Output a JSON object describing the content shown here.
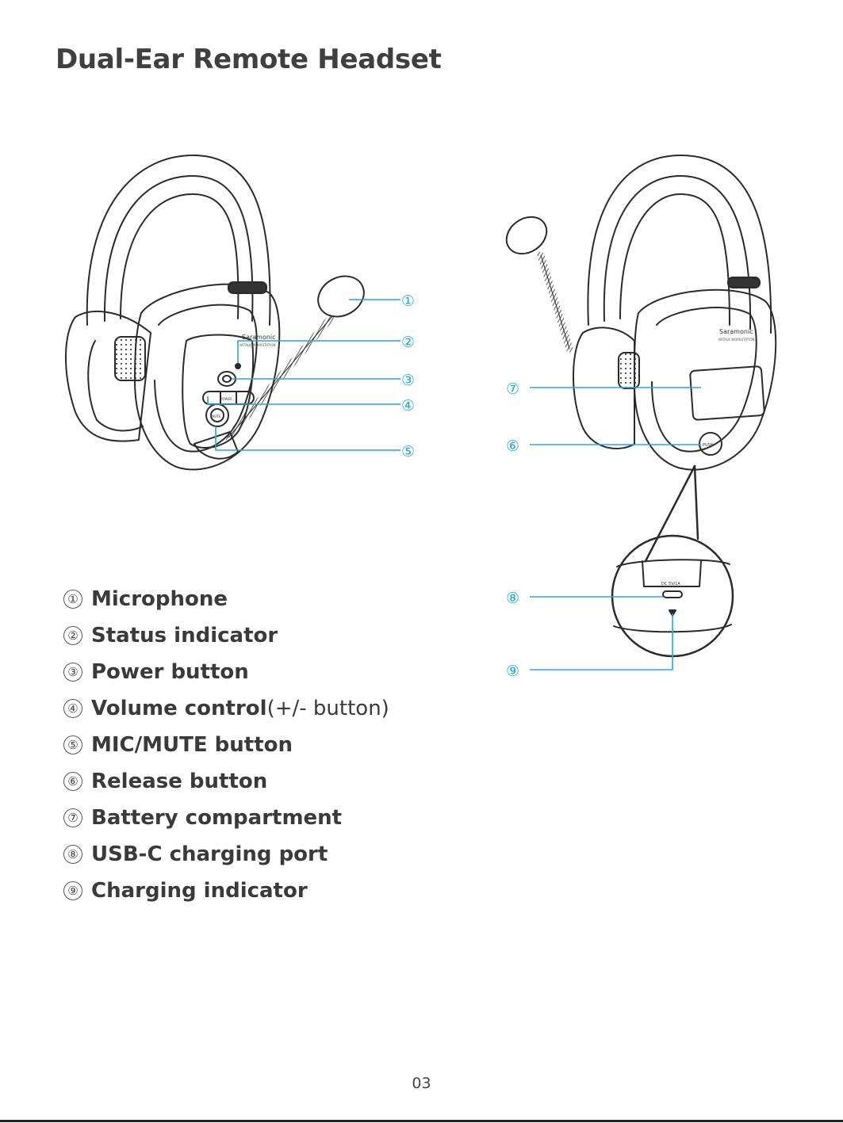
{
  "page": {
    "title": "Dual-Ear Remote Headset",
    "page_number": "03"
  },
  "colors": {
    "callout": "#29a8d6",
    "outline": "#2b2b2b",
    "text": "#3a3a3a"
  },
  "callouts": [
    "①",
    "②",
    "③",
    "④",
    "⑤",
    "⑥",
    "⑦",
    "⑧",
    "⑨"
  ],
  "labels": {
    "brand": "Saramonic",
    "brand_sub": "WITALK WORKSTATION",
    "power_key": "POWER",
    "mute_key": "MUTE",
    "release_key": "PUSH",
    "usb_label": "DC 5V/1A"
  },
  "legend": [
    {
      "num": "①",
      "label": "Microphone",
      "extra": ""
    },
    {
      "num": "②",
      "label": "Status indicator",
      "extra": ""
    },
    {
      "num": "③",
      "label": "Power button",
      "extra": ""
    },
    {
      "num": "④",
      "label": "Volume control",
      "extra": " (+/- button)"
    },
    {
      "num": "⑤",
      "label": "MIC/MUTE button",
      "extra": ""
    },
    {
      "num": "⑥",
      "label": "Release button",
      "extra": ""
    },
    {
      "num": "⑦",
      "label": "Battery compartment",
      "extra": ""
    },
    {
      "num": "⑧",
      "label": "USB-C charging port",
      "extra": ""
    },
    {
      "num": "⑨",
      "label": "Charging indicator",
      "extra": ""
    }
  ]
}
